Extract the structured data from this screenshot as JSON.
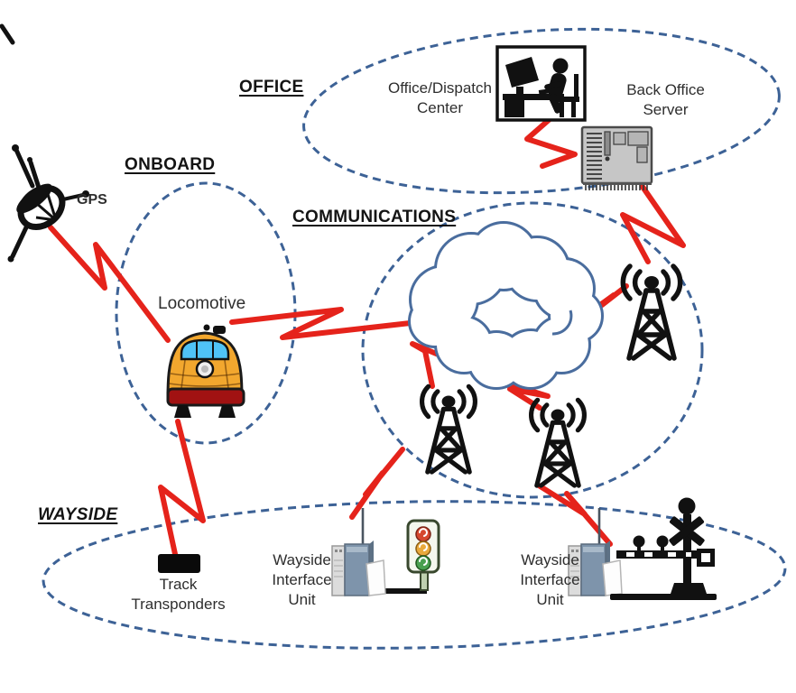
{
  "figure": {
    "type": "system-architecture-diagram",
    "subject": "Positive Train Control network overview"
  },
  "groups": {
    "office": {
      "label": "OFFICE"
    },
    "onboard": {
      "label": "ONBOARD"
    },
    "communications": {
      "label": "COMMUNICATIONS"
    },
    "wayside": {
      "label": "WAYSIDE"
    }
  },
  "nodes": {
    "gps": {
      "label": "GPS"
    },
    "dispatch": {
      "label": "Office/Dispatch\nCenter"
    },
    "server": {
      "label": "Back Office\nServer"
    },
    "locomotive": {
      "label": "Locomotive"
    },
    "transponders": {
      "label": "Track\nTransponders"
    },
    "wiu1": {
      "label": "Wayside\nInterface\nUnit"
    },
    "wiu2": {
      "label": "Wayside\nInterface\nUnit"
    }
  },
  "icons": {
    "gps": "gps-satellite-icon",
    "dispatch": "dispatch-operator-icon",
    "server": "back-office-server-icon",
    "locomotive": "locomotive-icon",
    "cloud": "network-cloud-icon",
    "tower": "radio-tower-icon",
    "transponder": "track-transponder-icon",
    "wiu": "wayside-interface-unit-icon",
    "signal": "traffic-signal-icon",
    "crossing": "railroad-crossing-icon",
    "link": "lightning-link"
  },
  "colors": {
    "ellipse_dash_blue": "#3d6296",
    "cloud_stroke_blue": "#4a6d9e",
    "link_red": "#e5231b",
    "text_dark": "#2e2e2e",
    "locomotive_orange": "#f2a72e",
    "locomotive_window_blue": "#4fc3f7",
    "locomotive_bumper_red": "#a11212",
    "server_grey": "#c6c6c6",
    "wiu_panel_blue_grey": "#7e94ab",
    "signal_red": "#d6482e",
    "signal_amber": "#e9a93c",
    "signal_green": "#49a04f",
    "icon_black": "#111111"
  }
}
